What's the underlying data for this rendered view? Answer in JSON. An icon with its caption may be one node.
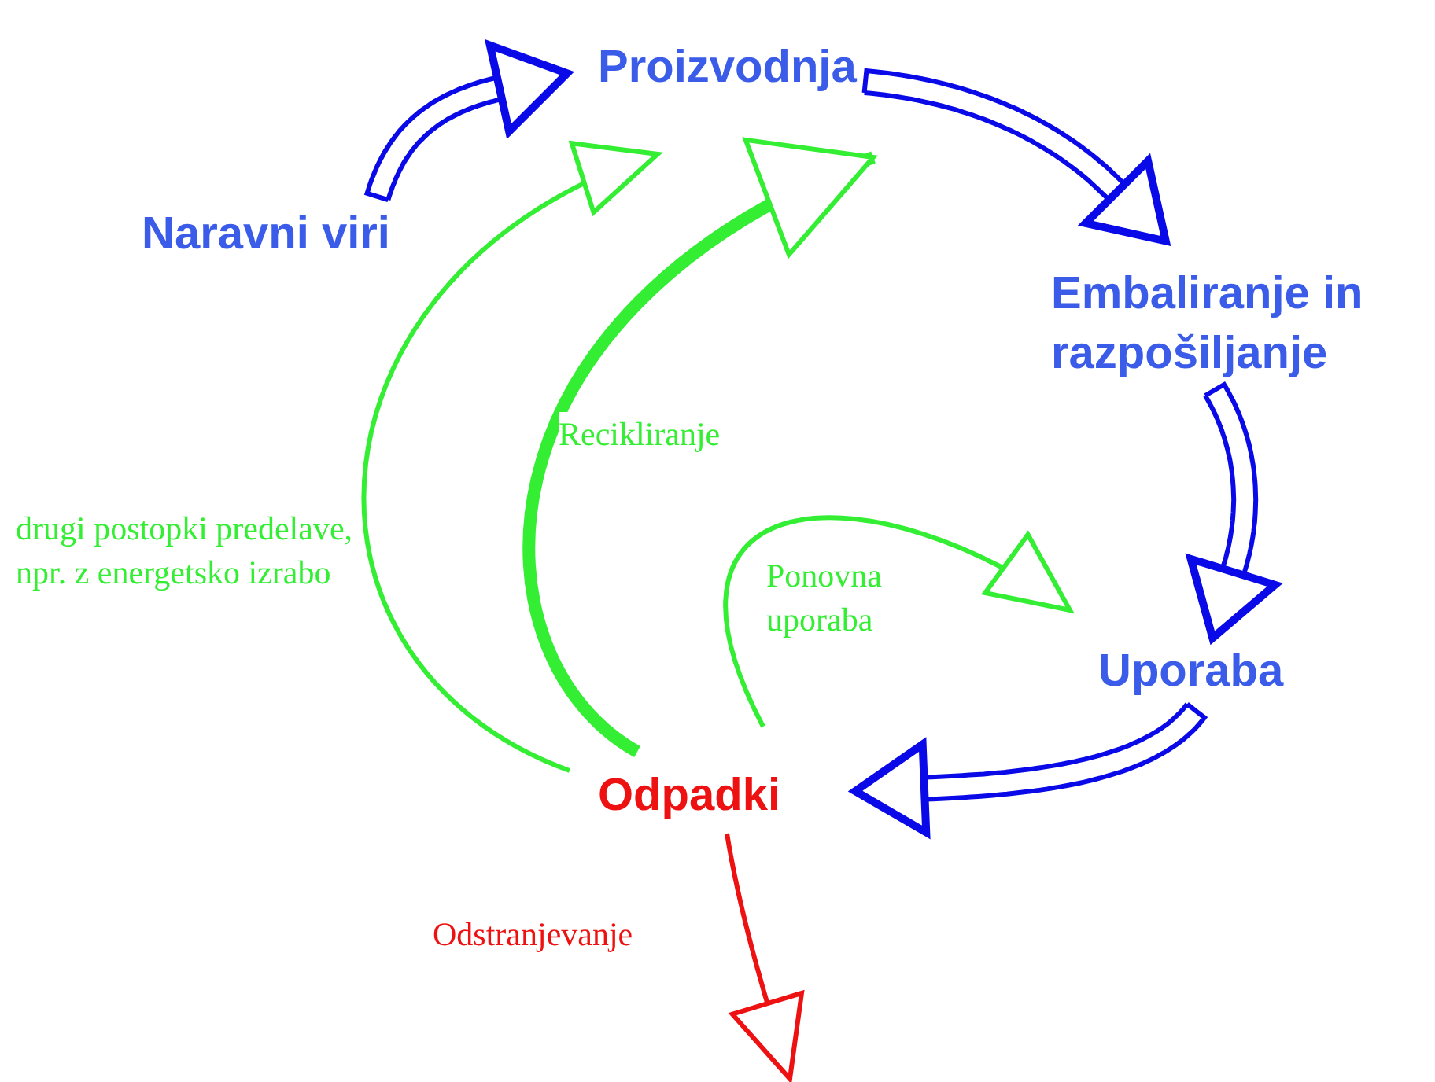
{
  "diagram": {
    "nodes": [
      {
        "text": [
          "Naravni viri"
        ]
      },
      {
        "text": [
          "Proizvodnja"
        ]
      },
      {
        "text": [
          "Embaliranje in razpošiljanje"
        ]
      },
      {
        "text": [
          "Uporaba"
        ]
      },
      {
        "text": [
          "Odpadki"
        ]
      }
    ],
    "edges": [
      {
        "from": 0,
        "to": 1,
        "arrow": "to"
      },
      {
        "from": 1,
        "to": 2,
        "arrow": "to"
      },
      {
        "from": 2,
        "to": 3,
        "arrow": "to"
      },
      {
        "from": 3,
        "to": 4,
        "arrow": "to"
      },
      {
        "from": 4,
        "to": 1,
        "arrow": "to",
        "label": "drugi postopki predelave, npr. z energetsko izrabo",
        "color": "#33ee33"
      },
      {
        "from": 4,
        "to": 1,
        "arrow": "to",
        "label": "Recikliranje",
        "color": "#33ee33",
        "style": "thick"
      },
      {
        "from": 4,
        "to": 3,
        "arrow": "to",
        "label": "Ponovna uporaba",
        "color": "#33ee33"
      },
      {
        "from": 4,
        "to": null,
        "arrow": "to",
        "label": "Odstranjevanje",
        "color": "#ee1111"
      }
    ]
  }
}
